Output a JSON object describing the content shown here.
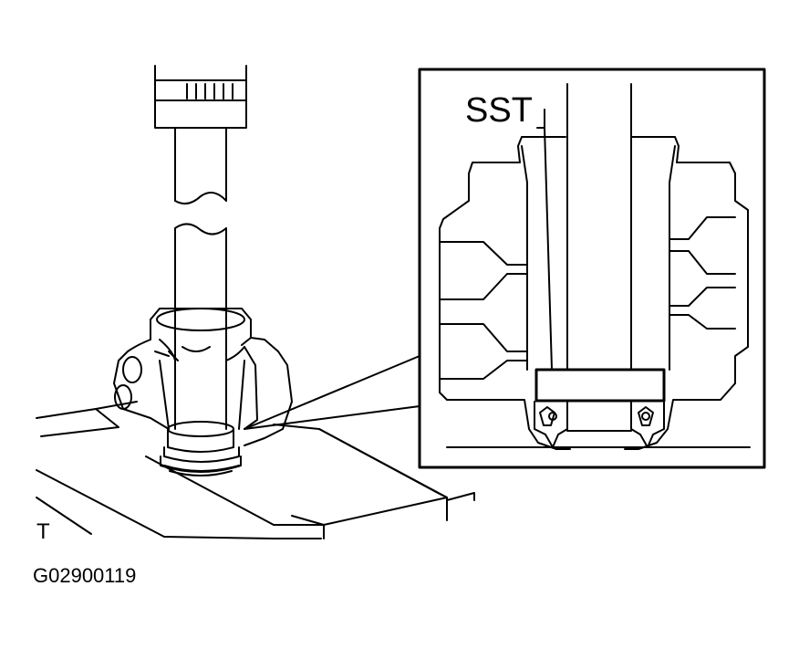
{
  "labels": {
    "sst": "SST",
    "view_marker": "T",
    "figure_id": "G02900119"
  },
  "colors": {
    "line": "#000000",
    "background": "#ffffff"
  }
}
